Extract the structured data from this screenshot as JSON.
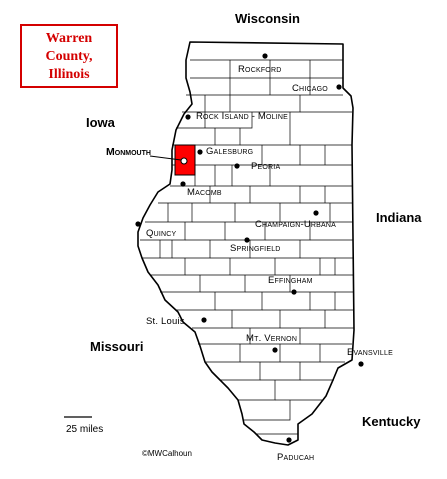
{
  "title": {
    "line1": "Warren",
    "line2": "County,",
    "line3": "Illinois"
  },
  "colors": {
    "highlight": "#ff0000",
    "title": "#d40000",
    "border": "#000000"
  },
  "neighbors": {
    "north": "Wisconsin",
    "west_upper": "Iowa",
    "west_lower": "Missouri",
    "east": "Indiana",
    "southeast": "Kentucky"
  },
  "cities": {
    "rockford": "Rockford",
    "chicago": "Chicago",
    "rock_island": "Rock Island - Moline",
    "galesburg": "Galesburg",
    "monmouth": "Monmouth",
    "peoria": "Peoria",
    "macomb": "Macomb",
    "champaign": "Champaign-Urbana",
    "quincy": "Quincy",
    "springfield": "Springfield",
    "effingham": "Effingham",
    "st_louis": "St. Louis",
    "mt_vernon": "Mt. Vernon",
    "evansville": "Evansville",
    "paducah": "Paducah"
  },
  "scale": {
    "label": "25 miles"
  },
  "credit": "©MWCalhoun"
}
